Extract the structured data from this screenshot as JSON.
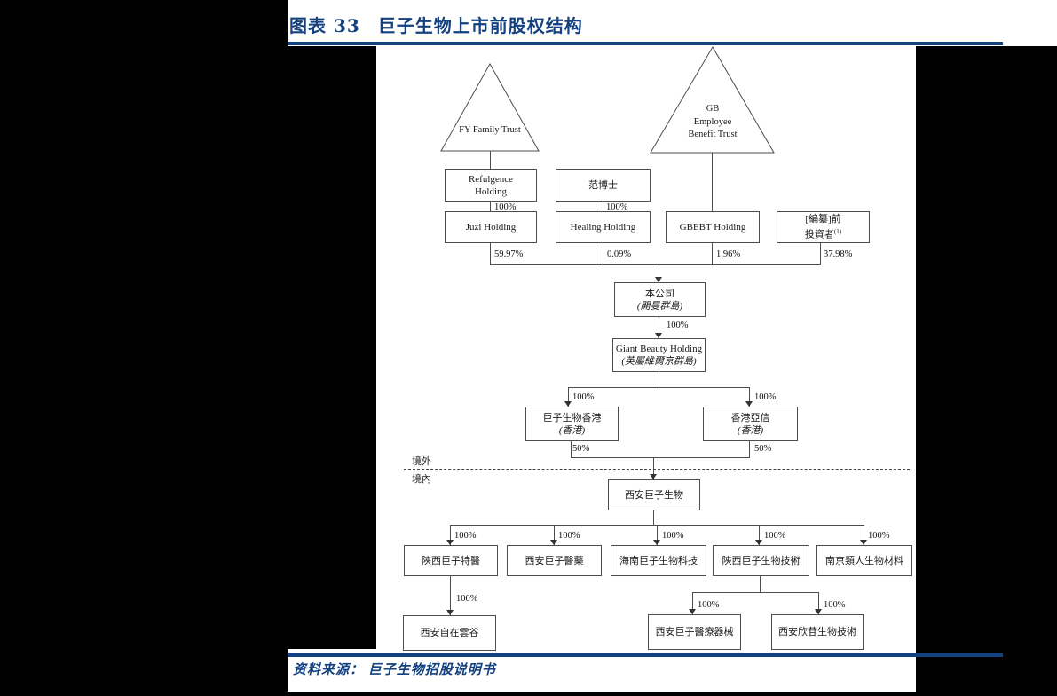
{
  "page": {
    "figure_label": "图表 33",
    "figure_title": "巨子生物上市前股权结构",
    "source_caption": "资料来源： 巨子生物招股说明书",
    "colors": {
      "accent_navy": "#14417f",
      "diagram_line": "#4d4d4d",
      "background": "#000000",
      "canvas": "#ffffff"
    }
  },
  "diagram": {
    "regions": {
      "offshore": "境外",
      "onshore": "境內"
    },
    "nodes": {
      "fy_trust": {
        "line1": "FY Family Trust"
      },
      "gb_trust": {
        "line1": "GB",
        "line2": "Employee",
        "line3": "Benefit Trust"
      },
      "refulgence": {
        "line1": "Refulgence",
        "line2": "Holding"
      },
      "dr_fan": {
        "line1": "范博士"
      },
      "juzi": {
        "line1": "Juzi Holding"
      },
      "healing": {
        "line1": "Healing Holding"
      },
      "gbebt": {
        "line1": "GBEBT Holding"
      },
      "pre_investors": {
        "line1": "[編纂]前",
        "line2": "投資者",
        "footnote": "(1)"
      },
      "company": {
        "line1": "本公司",
        "line2": "(開曼群島)"
      },
      "giant_beauty": {
        "line1": "Giant Beauty Holding",
        "line2": "(英屬維爾京群島)"
      },
      "juzi_hk": {
        "line1": "巨子生物香港",
        "line2": "(香港)"
      },
      "hk_yaxin": {
        "line1": "香港亞信",
        "line2": "(香港)"
      },
      "xian_juzi": {
        "line1": "西安巨子生物"
      },
      "shaanxi_teyi": {
        "line1": "陝西巨子特醫"
      },
      "xian_yiyao": {
        "line1": "西安巨子醫藥"
      },
      "hainan_keji": {
        "line1": "海南巨子生物科技"
      },
      "shaanxi_jishu": {
        "line1": "陝西巨子生物技術"
      },
      "nanjing_cailiao": {
        "line1": "南京類人生物材料"
      },
      "xian_yungu": {
        "line1": "西安自在雲谷"
      },
      "xian_qixie": {
        "line1": "西安巨子醫療器械"
      },
      "xian_xingan": {
        "line1": "西安欣苷生物技術"
      }
    },
    "percentages": {
      "refulgence_juzi": "100%",
      "fan_healing": "100%",
      "juzi_company": "59.97%",
      "healing_company": "0.09%",
      "gbebt_company": "1.96%",
      "investors_company": "37.98%",
      "company_gbh": "100%",
      "gbh_juzihk": "100%",
      "gbh_yaxin": "100%",
      "juzihk_xian": "50%",
      "yaxin_xian": "50%",
      "xian_teyi": "100%",
      "xian_yiyao": "100%",
      "xian_hainan": "100%",
      "xian_jishu": "100%",
      "xian_nanjing": "100%",
      "teyi_yungu": "100%",
      "jishu_qixie": "100%",
      "jishu_xingan": "100%"
    }
  }
}
